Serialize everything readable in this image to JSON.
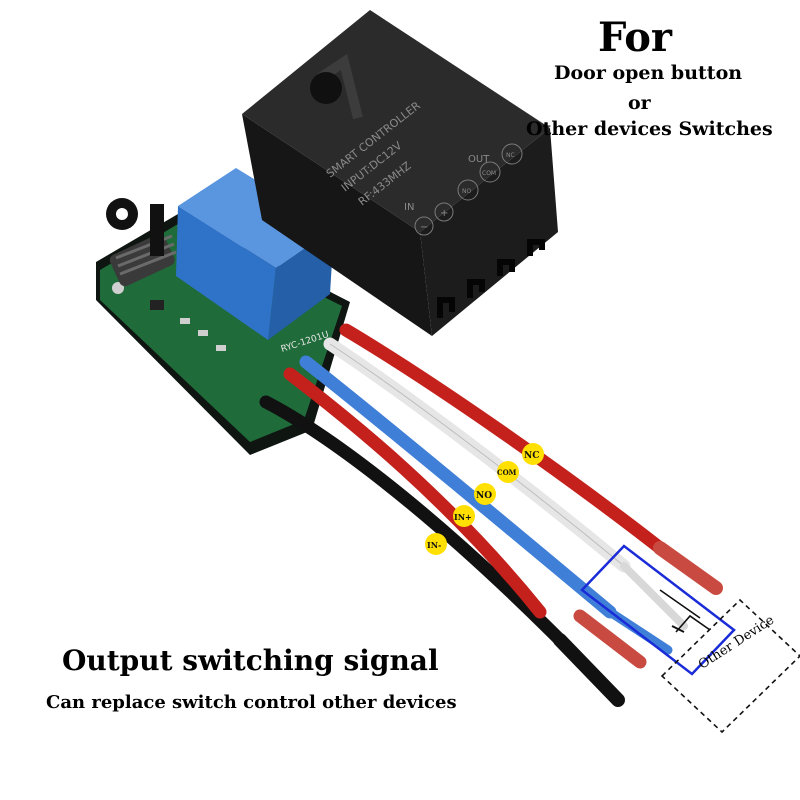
{
  "heading": {
    "title": "For",
    "line1": "Door open button",
    "line2": "or",
    "line3": "Other devices Switches"
  },
  "output": {
    "title": "Output switching signal",
    "subtitle": "Can replace switch control other devices"
  },
  "device_box_label": "Other Device",
  "module": {
    "case_line1": "SMART CONTROLLER",
    "case_line2": "INPUT:DC12V",
    "case_line3": "RF:433MHZ",
    "case_in": "IN",
    "case_out": "OUT",
    "case_minus": "−",
    "case_plus": "+",
    "case_no": "NO",
    "case_com": "COM",
    "case_nc": "NC",
    "board_model": "RYC-1201U"
  },
  "wire_tags": [
    "NC",
    "COM",
    "NO",
    "IN+",
    "IN-"
  ],
  "colors": {
    "case": "#1c1c1c",
    "relay": "#2f73c8",
    "pcb": "#1f6b3a",
    "red_wire": "#c4201c",
    "white_wire": "#e6e6e6",
    "blue_wire": "#3f7fd8",
    "black_wire": "#111111",
    "tag": "#ffe000"
  }
}
